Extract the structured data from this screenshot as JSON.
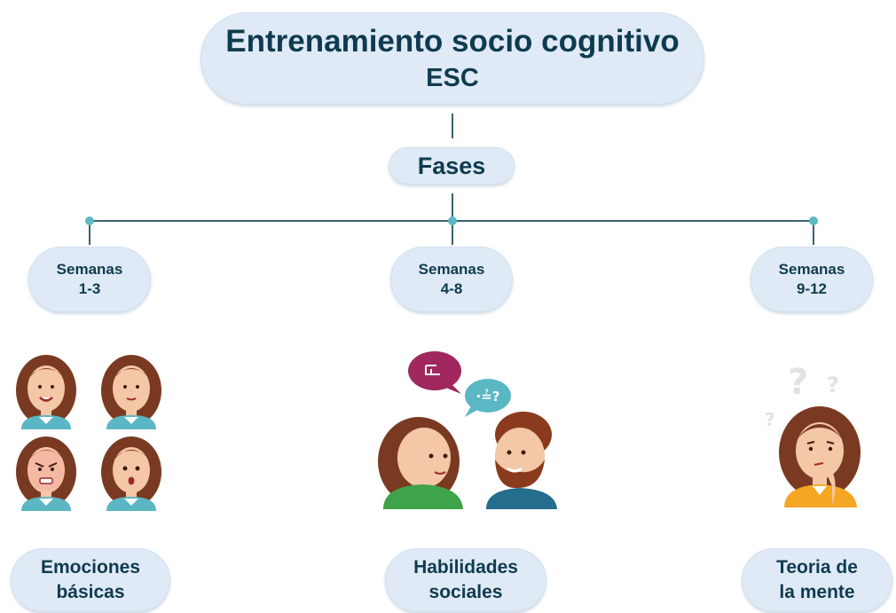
{
  "title_line1": "Entrenamiento socio cognitivo",
  "title_line2": "ESC",
  "phases_label": "Fases",
  "phases": [
    {
      "weeks_label": "Semanas",
      "weeks_range": "1-3",
      "topic_line1": "Emociones",
      "topic_line2": "básicas"
    },
    {
      "weeks_label": "Semanas",
      "weeks_range": "4-8",
      "topic_line1": "Habilidades",
      "topic_line2": "sociales"
    },
    {
      "weeks_label": "Semanas",
      "weeks_range": "9-12",
      "topic_line1": "Teoria de",
      "topic_line2": "la mente"
    }
  ],
  "colors": {
    "pill_fill": "#dfeaf6",
    "text": "#0f3b4f",
    "connector": "#3a6170",
    "node_dot": "#5fb8c4"
  }
}
